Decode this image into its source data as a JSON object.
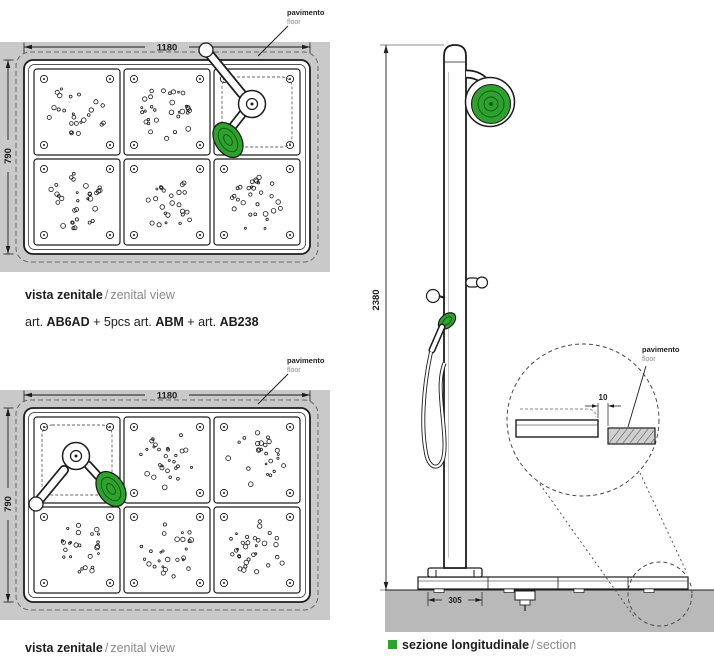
{
  "labels": {
    "floor_it": "pavimento",
    "floor_en": "floor"
  },
  "dims": {
    "tray_width": "1180",
    "tray_depth": "790",
    "column_height": "2380",
    "base_width": "305",
    "edge_gap": "10"
  },
  "captions": {
    "zenital_it": "vista zenitale",
    "zenital_en": "zenital view",
    "section_it": "sezione longitudinale",
    "section_en": "section",
    "sep": "/"
  },
  "article": {
    "a1": "art.",
    "c1": "AB6AD",
    "p1": "+ 5pcs",
    "a2": "art.",
    "c2": "ABM",
    "p2": "+",
    "a3": "art.",
    "c3": "AB238"
  },
  "colors": {
    "accent_green": "#2fa12e",
    "accent_green_dark": "#0e5e14",
    "floor_gray": "#c9c9c9",
    "ground_gray": "#b9b9b9",
    "line": "#1d1d1b",
    "muted_text": "#8a8a8a"
  }
}
